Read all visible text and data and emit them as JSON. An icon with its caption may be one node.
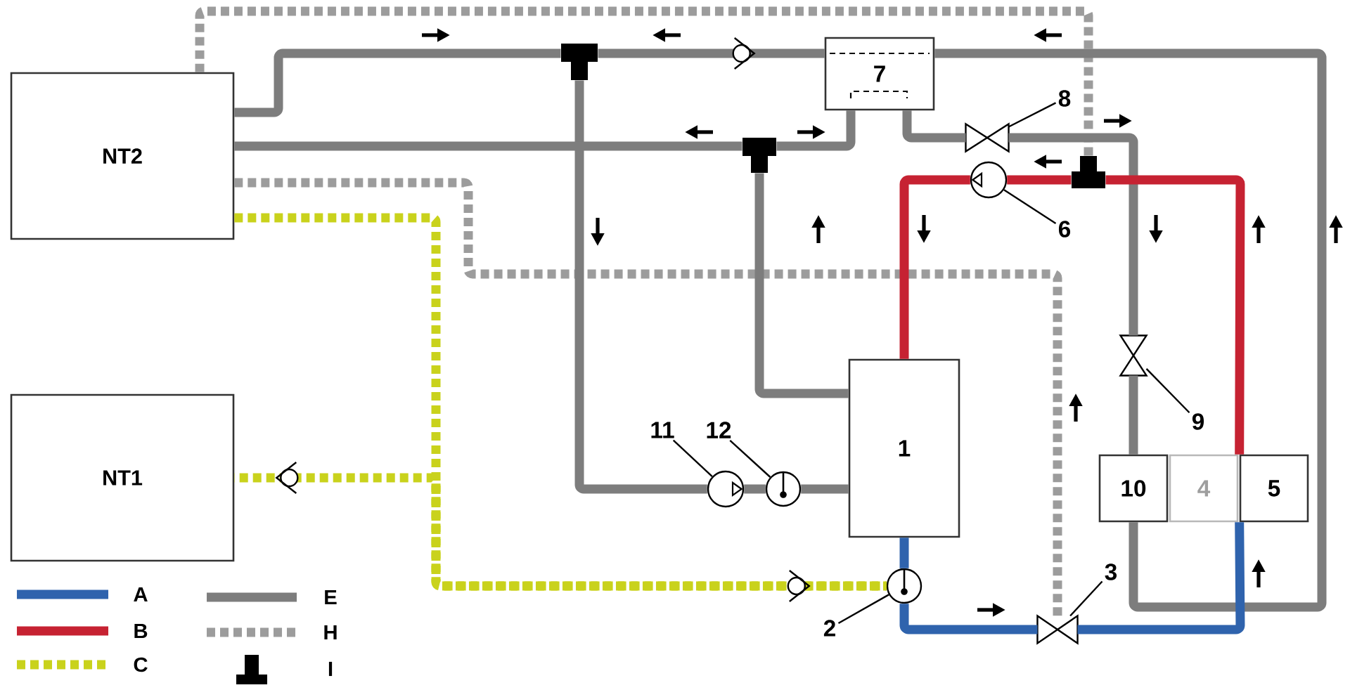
{
  "diagram": {
    "nodes": [
      {
        "text": [
          "NT2"
        ]
      },
      {
        "text": [
          "7"
        ]
      },
      {
        "text": [],
        "shape": "tee"
      },
      {
        "text": [],
        "shape": "tee"
      },
      {
        "text": [],
        "shape": "bowtie"
      },
      {
        "text": [
          "8"
        ]
      },
      {
        "text": [],
        "shape": "tee"
      },
      {
        "text": [],
        "shape": "circle"
      },
      {
        "text": [
          "6"
        ]
      },
      {
        "text": [],
        "shape": "bowtie"
      },
      {
        "text": [
          "9"
        ]
      },
      {
        "text": [
          "1"
        ]
      },
      {
        "text": [
          "11"
        ]
      },
      {
        "text": [
          "12"
        ]
      },
      {
        "text": [],
        "shape": "circle"
      },
      {
        "text": [],
        "shape": "circle"
      },
      {
        "text": [
          "NT1"
        ]
      },
      {
        "text": [
          "10"
        ]
      },
      {
        "text": [
          "4"
        ]
      },
      {
        "text": [
          "5"
        ]
      },
      {
        "text": [],
        "shape": "circle"
      },
      {
        "text": [
          "2"
        ]
      },
      {
        "text": [
          "3"
        ]
      },
      {
        "text": [],
        "shape": "bowtie"
      }
    ],
    "edges": [
      {
        "from": 0,
        "to": 2,
        "arrow": "none",
        "color": "#7d7d7d"
      },
      {
        "from": 2,
        "to": 1,
        "arrow": "to",
        "color": "#7d7d7d"
      },
      {
        "from": 1,
        "to": 17,
        "arrow": "none",
        "color": "#7d7d7d"
      },
      {
        "from": 2,
        "to": 14,
        "arrow": "none",
        "color": "#7d7d7d"
      },
      {
        "from": 14,
        "to": 15,
        "arrow": "none",
        "color": "#7d7d7d"
      },
      {
        "from": 15,
        "to": 11,
        "arrow": "none",
        "color": "#7d7d7d"
      },
      {
        "from": 0,
        "to": 3,
        "arrow": "none",
        "color": "#7d7d7d"
      },
      {
        "from": 3,
        "to": 1,
        "arrow": "none",
        "color": "#7d7d7d"
      },
      {
        "from": 3,
        "to": 11,
        "arrow": "none",
        "color": "#7d7d7d"
      },
      {
        "from": 1,
        "to": 4,
        "arrow": "none",
        "color": "#7d7d7d"
      },
      {
        "from": 4,
        "to": 9,
        "arrow": "none",
        "color": "#7d7d7d"
      },
      {
        "from": 9,
        "to": 17,
        "arrow": "none",
        "color": "#7d7d7d"
      },
      {
        "from": 0,
        "to": 6,
        "arrow": "none",
        "style": "dashed",
        "color": "#9c9c9c"
      },
      {
        "from": 0,
        "to": 23,
        "arrow": "none",
        "style": "dashed",
        "color": "#9c9c9c"
      },
      {
        "from": 19,
        "to": 6,
        "arrow": "none",
        "color": "#c62232"
      },
      {
        "from": 6,
        "to": 7,
        "arrow": "none",
        "color": "#c62232"
      },
      {
        "from": 7,
        "to": 11,
        "arrow": "none",
        "color": "#c62232"
      },
      {
        "from": 11,
        "to": 20,
        "arrow": "none",
        "color": "#2f63ad"
      },
      {
        "from": 20,
        "to": 23,
        "arrow": "none",
        "color": "#2f63ad"
      },
      {
        "from": 23,
        "to": 19,
        "arrow": "none",
        "color": "#2f63ad"
      },
      {
        "from": 0,
        "to": 20,
        "arrow": "to",
        "style": "dashed",
        "color": "#c9d21c"
      },
      {
        "from": 20,
        "to": 16,
        "arrow": "to",
        "style": "dashed",
        "color": "#c9d21c"
      },
      {
        "from": 5,
        "to": 4,
        "arrow": "none",
        "color": "#000000"
      },
      {
        "from": 8,
        "to": 7,
        "arrow": "none",
        "color": "#000000"
      },
      {
        "from": 10,
        "to": 9,
        "arrow": "none",
        "color": "#000000"
      },
      {
        "from": 12,
        "to": 14,
        "arrow": "none",
        "color": "#000000"
      },
      {
        "from": 13,
        "to": 15,
        "arrow": "none",
        "color": "#000000"
      },
      {
        "from": 21,
        "to": 20,
        "arrow": "none",
        "color": "#000000"
      },
      {
        "from": 22,
        "to": 23,
        "arrow": "none",
        "color": "#000000"
      }
    ],
    "legend": [
      {
        "text": "A",
        "color": "#2f63ad"
      },
      {
        "text": "B",
        "color": "#c62232"
      },
      {
        "text": "C"
      },
      {
        "text": "E",
        "color": "#7d7d7d"
      },
      {
        "text": "H"
      },
      {
        "text": "I"
      }
    ]
  }
}
